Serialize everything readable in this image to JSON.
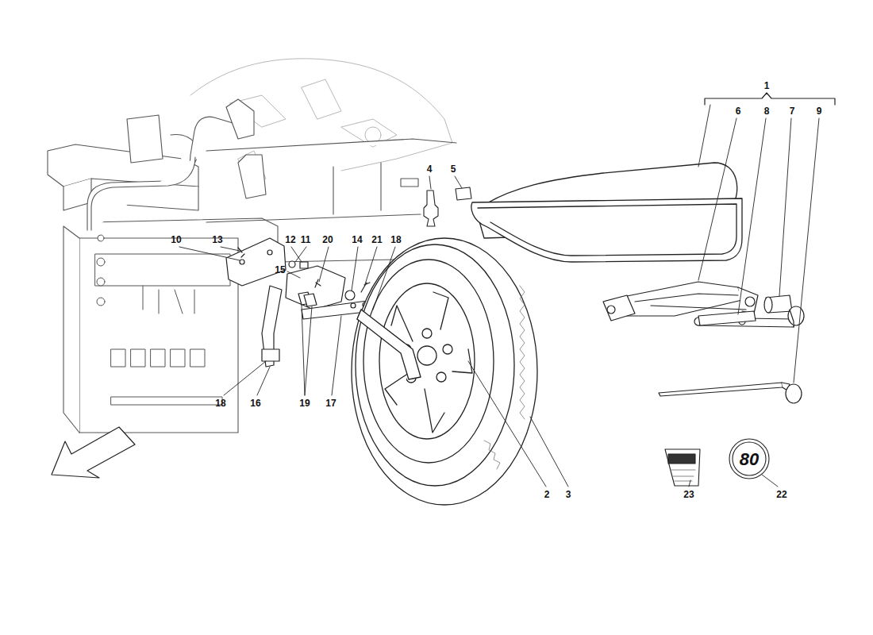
{
  "diagram": {
    "labels": [
      "1",
      "6",
      "8",
      "7",
      "9",
      "4",
      "5",
      "10",
      "13",
      "12",
      "11",
      "20",
      "14",
      "21",
      "18",
      "15",
      "18",
      "16",
      "19",
      "17",
      "2",
      "3",
      "23",
      "22",
      "80"
    ]
  }
}
